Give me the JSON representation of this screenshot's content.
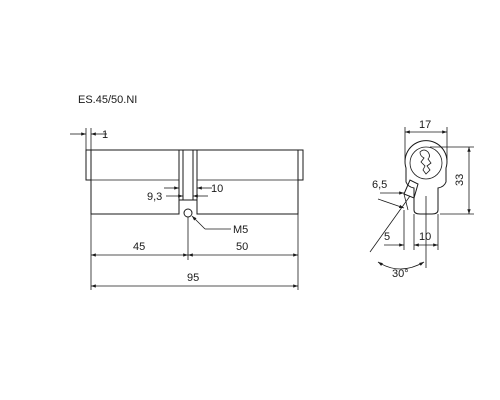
{
  "title": "ES.45/50.NI",
  "dimensions": {
    "flange_offset": "1",
    "slot_width": "9,3",
    "cam_width": "10",
    "screw_thread": "M5",
    "left_length": "45",
    "right_length": "50",
    "total_length": "95",
    "profile_width": "17",
    "profile_height": "33",
    "cam_dia": "6,5",
    "offset_5": "5",
    "offset_10": "10",
    "angle": "30°"
  }
}
